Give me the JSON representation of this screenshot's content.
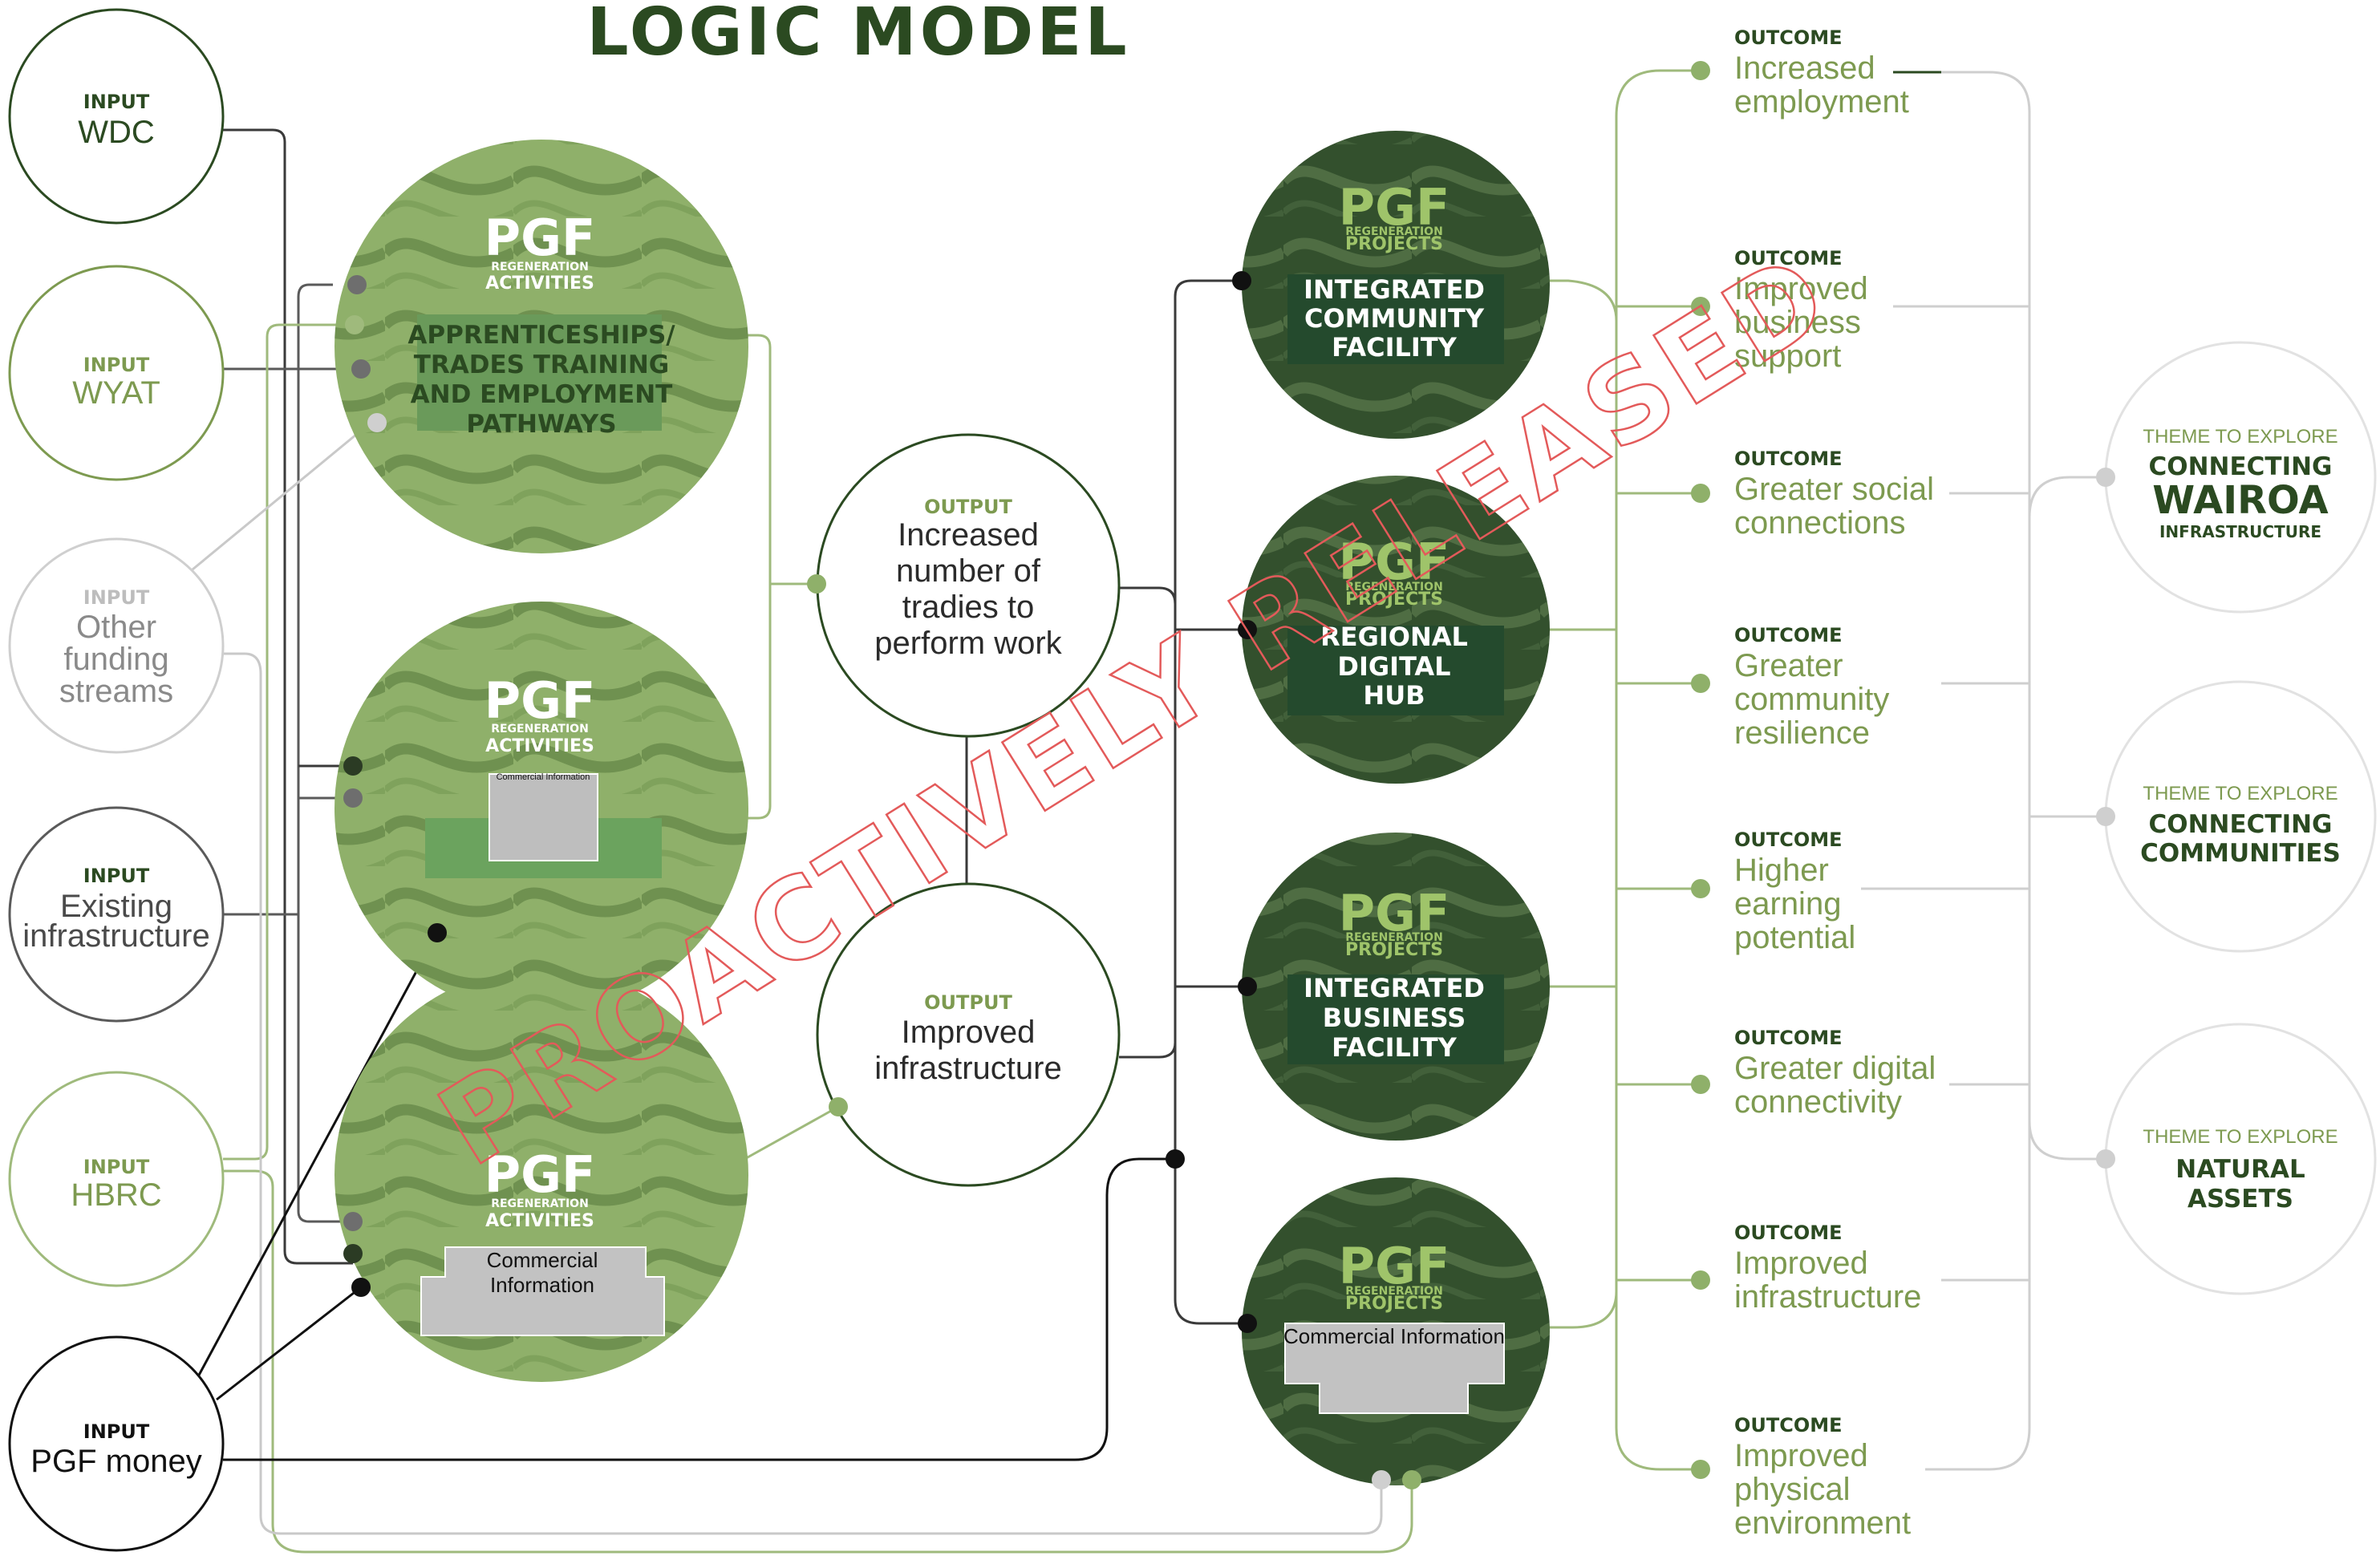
{
  "title": "LOGIC MODEL",
  "watermark": "PROACTIVELY RELEASED",
  "colors": {
    "dark_green": "#2b4a21",
    "light_green": "#7d9a50",
    "grey": "#9a9a9a",
    "black": "#111111",
    "activity_fill": "#8fb06a",
    "project_fill": "#33502d",
    "watermark": "#e35a5a"
  },
  "inputs": [
    {
      "label": "INPUT",
      "name": "WDC"
    },
    {
      "label": "INPUT",
      "name": "WYAT"
    },
    {
      "label": "INPUT",
      "lines": [
        "Other",
        "funding",
        "streams"
      ]
    },
    {
      "label": "INPUT",
      "lines": [
        "Existing",
        "infrastructure"
      ]
    },
    {
      "label": "INPUT",
      "name": "HBRC"
    },
    {
      "label": "INPUT",
      "name": "PGF money"
    }
  ],
  "pgf": {
    "logo": "PGF",
    "regen": "REGENERATION",
    "activities": "ACTIVITIES",
    "projects": "PROJECTS"
  },
  "activities": [
    {
      "lines": [
        "APPRENTICESHIPS/",
        "TRADES TRAINING",
        "AND EMPLOYMENT",
        "PATHWAYS"
      ]
    },
    {
      "redacted": "Commercial Information"
    },
    {
      "redacted_lines": [
        "Commercial",
        "Information"
      ]
    }
  ],
  "outputs": [
    {
      "label": "OUTPUT",
      "lines": [
        "Increased",
        "number of",
        "tradies to",
        "perform work"
      ]
    },
    {
      "label": "OUTPUT",
      "lines": [
        "Improved",
        "infrastructure"
      ]
    }
  ],
  "projects": [
    {
      "lines": [
        "INTEGRATED",
        "COMMUNITY",
        "FACILITY"
      ]
    },
    {
      "lines": [
        "REGIONAL",
        "DIGITAL",
        "HUB"
      ]
    },
    {
      "lines": [
        "INTEGRATED",
        "BUSINESS",
        "FACILITY"
      ]
    },
    {
      "redacted": "Commercial Information"
    }
  ],
  "outcomes": [
    {
      "label": "OUTCOME",
      "lines": [
        "Increased",
        "employment"
      ]
    },
    {
      "label": "OUTCOME",
      "lines": [
        "Improved",
        "business",
        "support"
      ]
    },
    {
      "label": "OUTCOME",
      "lines": [
        "Greater social",
        "connections"
      ]
    },
    {
      "label": "OUTCOME",
      "lines": [
        "Greater",
        "community",
        "resilience"
      ]
    },
    {
      "label": "OUTCOME",
      "lines": [
        "Higher",
        "earning",
        "potential"
      ]
    },
    {
      "label": "OUTCOME",
      "lines": [
        "Greater digital",
        "connectivity"
      ]
    },
    {
      "label": "OUTCOME",
      "lines": [
        "Improved",
        "infrastructure"
      ]
    },
    {
      "label": "OUTCOME",
      "lines": [
        "Improved",
        "physical",
        "environment"
      ]
    }
  ],
  "themes": [
    {
      "label": "THEME TO EXPLORE",
      "top": "CONNECTING",
      "main": "WAIROA",
      "sub": "INFRASTRUCTURE"
    },
    {
      "label": "THEME TO EXPLORE",
      "main_lines": [
        "CONNECTING",
        "COMMUNITIES"
      ]
    },
    {
      "label": "THEME TO EXPLORE",
      "main_lines": [
        "NATURAL",
        "ASSETS"
      ]
    }
  ]
}
